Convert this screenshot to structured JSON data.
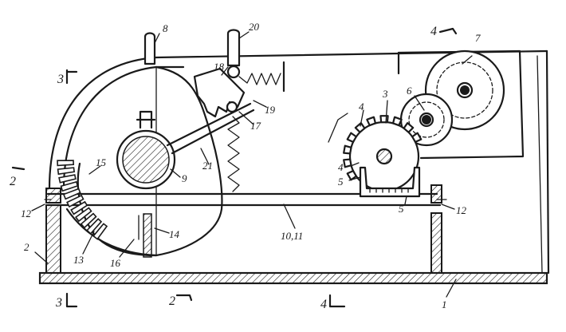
{
  "labels": {
    "l1": "1",
    "l2": "2",
    "l3": "3",
    "l4a": "4",
    "l4b": "4",
    "l5a": "5",
    "l5b": "5",
    "l6": "6",
    "l7": "7",
    "l8": "8",
    "l9": "9",
    "l10": "10,11",
    "l12a": "12",
    "l12b": "12",
    "l13": "13",
    "l14": "14",
    "l15": "15",
    "l16": "16",
    "l17": "17",
    "l18": "18",
    "l19": "19",
    "l20": "20",
    "l21": "21"
  },
  "section_markers": {
    "top_left": "3",
    "bottom_left": "3",
    "left_side": "2",
    "bottom_mid": "2",
    "top_right": "4",
    "bottom_right": "4"
  }
}
